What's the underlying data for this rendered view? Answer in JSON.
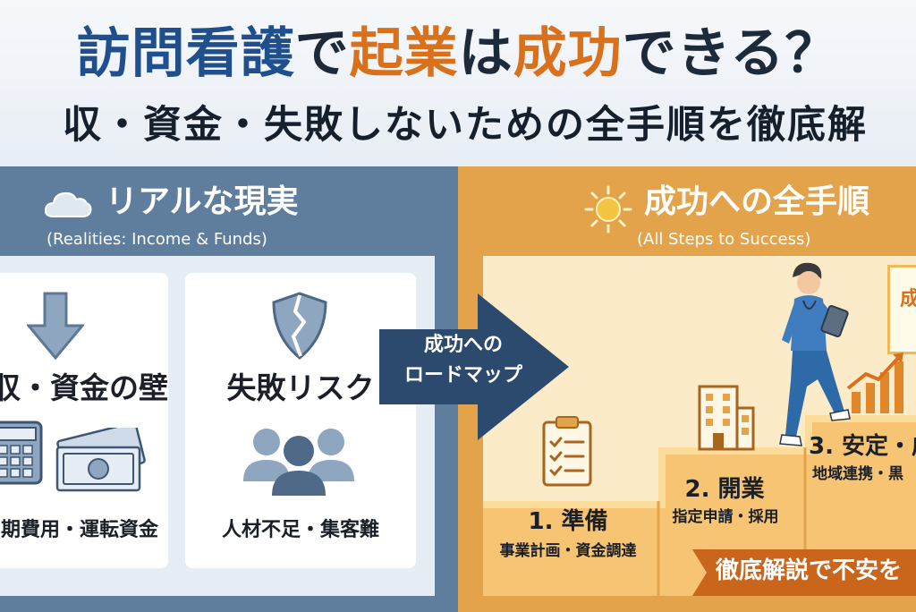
{
  "header": {
    "title_parts": [
      "訪問看護",
      "で",
      "起業",
      "は",
      "成功",
      "できる？"
    ],
    "subtitle": "収・資金・失敗しないための全手順を徹底解"
  },
  "left": {
    "title": "リアルな現実",
    "subtitle": "(Realities: Income & Funds)",
    "card1": {
      "heading": "収・資金の壁",
      "caption": "期費用・運転資金"
    },
    "card2": {
      "heading": "失敗リスク",
      "caption": "人材不足・集客難"
    }
  },
  "arrow": {
    "line1": "成功への",
    "line2": "ロードマップ"
  },
  "right": {
    "title": "成功への全手順",
    "subtitle": "(All Steps to Success)",
    "step1": {
      "title": "1. 準備",
      "desc": "事業計画・資金調達"
    },
    "step2": {
      "title": "2. 開業",
      "desc": "指定申請・採用"
    },
    "step3": {
      "title": "3. 安定・成",
      "desc": "地域連携・黒"
    },
    "sign": "成",
    "banner": "徹底解説で不安を"
  },
  "colors": {
    "brand_blue": "#1f4f8c",
    "accent_orange": "#d9711c",
    "left_panel": "#5f7d9d",
    "right_panel": "#e2a34a",
    "arrow": "#2c4a6e"
  }
}
